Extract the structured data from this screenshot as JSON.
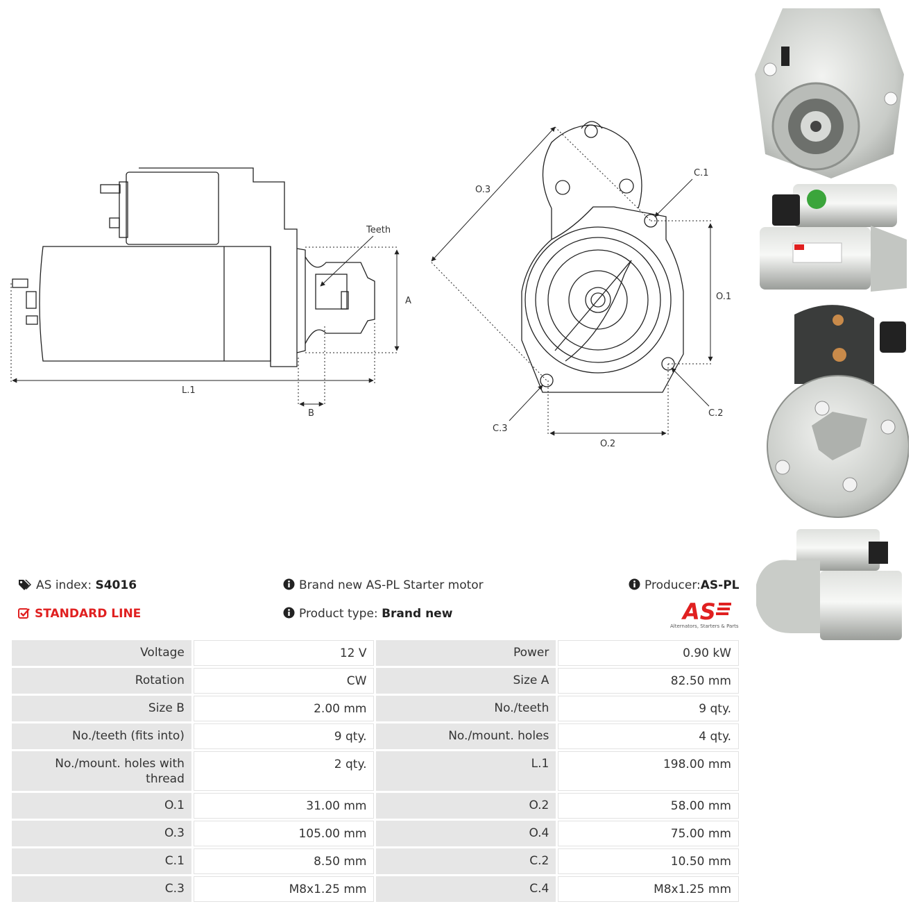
{
  "drawing_labels": {
    "teeth": "Teeth",
    "a": "A",
    "b": "B",
    "l1": "L.1",
    "o1": "O.1",
    "o2": "O.2",
    "o3": "O.3",
    "c1": "C.1",
    "c2": "C.2",
    "c3": "C.3"
  },
  "info": {
    "as_index_label": "AS index:",
    "as_index_value": "S4016",
    "standard_line": "STANDARD LINE",
    "description": "Brand new AS-PL Starter motor",
    "product_type_label": "Product type:",
    "product_type_value": "Brand new",
    "producer_label": "Producer:",
    "producer_value": "AS-PL"
  },
  "logo": {
    "mark": "AS",
    "tagline": "Alternators, Starters & Parts",
    "color": "#e02020"
  },
  "icons": [
    "tags-icon",
    "check-square-icon",
    "info-circle-icon"
  ],
  "specs": [
    {
      "l1": "Voltage",
      "v1": "12 V",
      "l2": "Power",
      "v2": "0.90 kW"
    },
    {
      "l1": "Rotation",
      "v1": "CW",
      "l2": "Size A",
      "v2": "82.50 mm"
    },
    {
      "l1": "Size B",
      "v1": "2.00 mm",
      "l2": "No./teeth",
      "v2": "9 qty."
    },
    {
      "l1": "No./teeth (fits into)",
      "v1": "9 qty.",
      "l2": "No./mount. holes",
      "v2": "4 qty."
    },
    {
      "l1": "No./mount. holes with thread",
      "v1": "2 qty.",
      "l2": "L.1",
      "v2": "198.00 mm"
    },
    {
      "l1": "O.1",
      "v1": "31.00 mm",
      "l2": "O.2",
      "v2": "58.00 mm"
    },
    {
      "l1": "O.3",
      "v1": "105.00 mm",
      "l2": "O.4",
      "v2": "75.00 mm"
    },
    {
      "l1": "C.1",
      "v1": "8.50 mm",
      "l2": "C.2",
      "v2": "10.50 mm"
    },
    {
      "l1": "C.3",
      "v1": "M8x1.25 mm",
      "l2": "C.4",
      "v2": "M8x1.25 mm"
    }
  ]
}
